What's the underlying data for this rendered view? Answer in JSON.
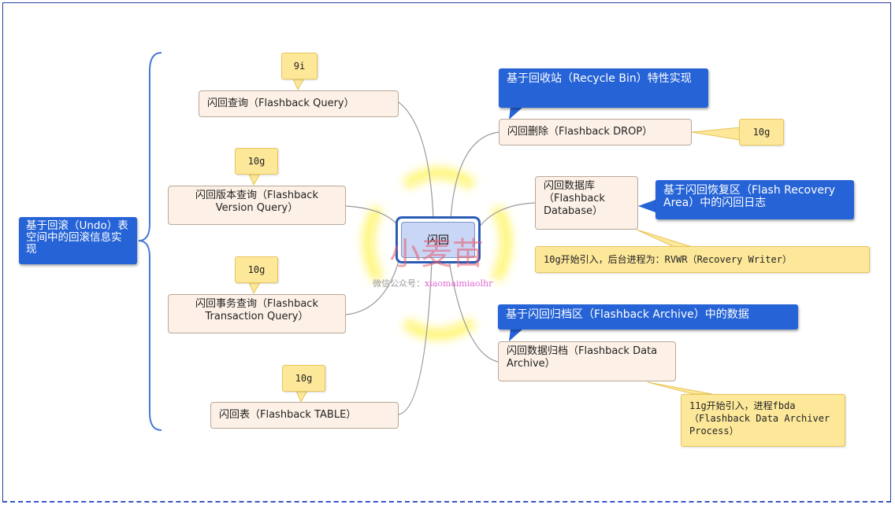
{
  "center": {
    "label": "闪回"
  },
  "root_note": {
    "text": "基于回滚（Undo）表空间中的回滚信息实现"
  },
  "left_nodes": [
    {
      "text": "闪回查询（Flashback Query）",
      "callout": "9i"
    },
    {
      "text": "闪回版本查询（Flashback Version Query）",
      "callout": "10g"
    },
    {
      "text": "闪回事务查询（Flashback Transaction Query）",
      "callout": "10g"
    },
    {
      "text": "闪回表（Flashback TABLE）",
      "callout": "10g"
    }
  ],
  "right_nodes": [
    {
      "text": "闪回删除（Flashback DROP）",
      "note": "基于回收站（Recycle Bin）特性实现",
      "callout": "10g"
    },
    {
      "text": "闪回数据库（Flashback Database）",
      "note": "基于闪回恢复区（Flash Recovery Area）中的闪回日志",
      "callout": "10g开始引入，后台进程为：RVWR（Recovery Writer）"
    },
    {
      "text": "闪回数据归档（Flashback Data Archive）",
      "note": "基于闪回归档区（Flashback Archive）中的数据",
      "callout": "11g开始引入，进程fbda（Flashback Data Archiver Process）"
    }
  ],
  "watermark": {
    "title": "小麦苗",
    "account_label": "微信公众号：",
    "account_id": "xiaomaimiaolhr"
  },
  "colors": {
    "node_fill": "#fdf1e7",
    "note_blue": "#2563d6",
    "callout_yellow": "#fde89a",
    "brace": "#4a7bd4",
    "glow": "#fff45c"
  }
}
